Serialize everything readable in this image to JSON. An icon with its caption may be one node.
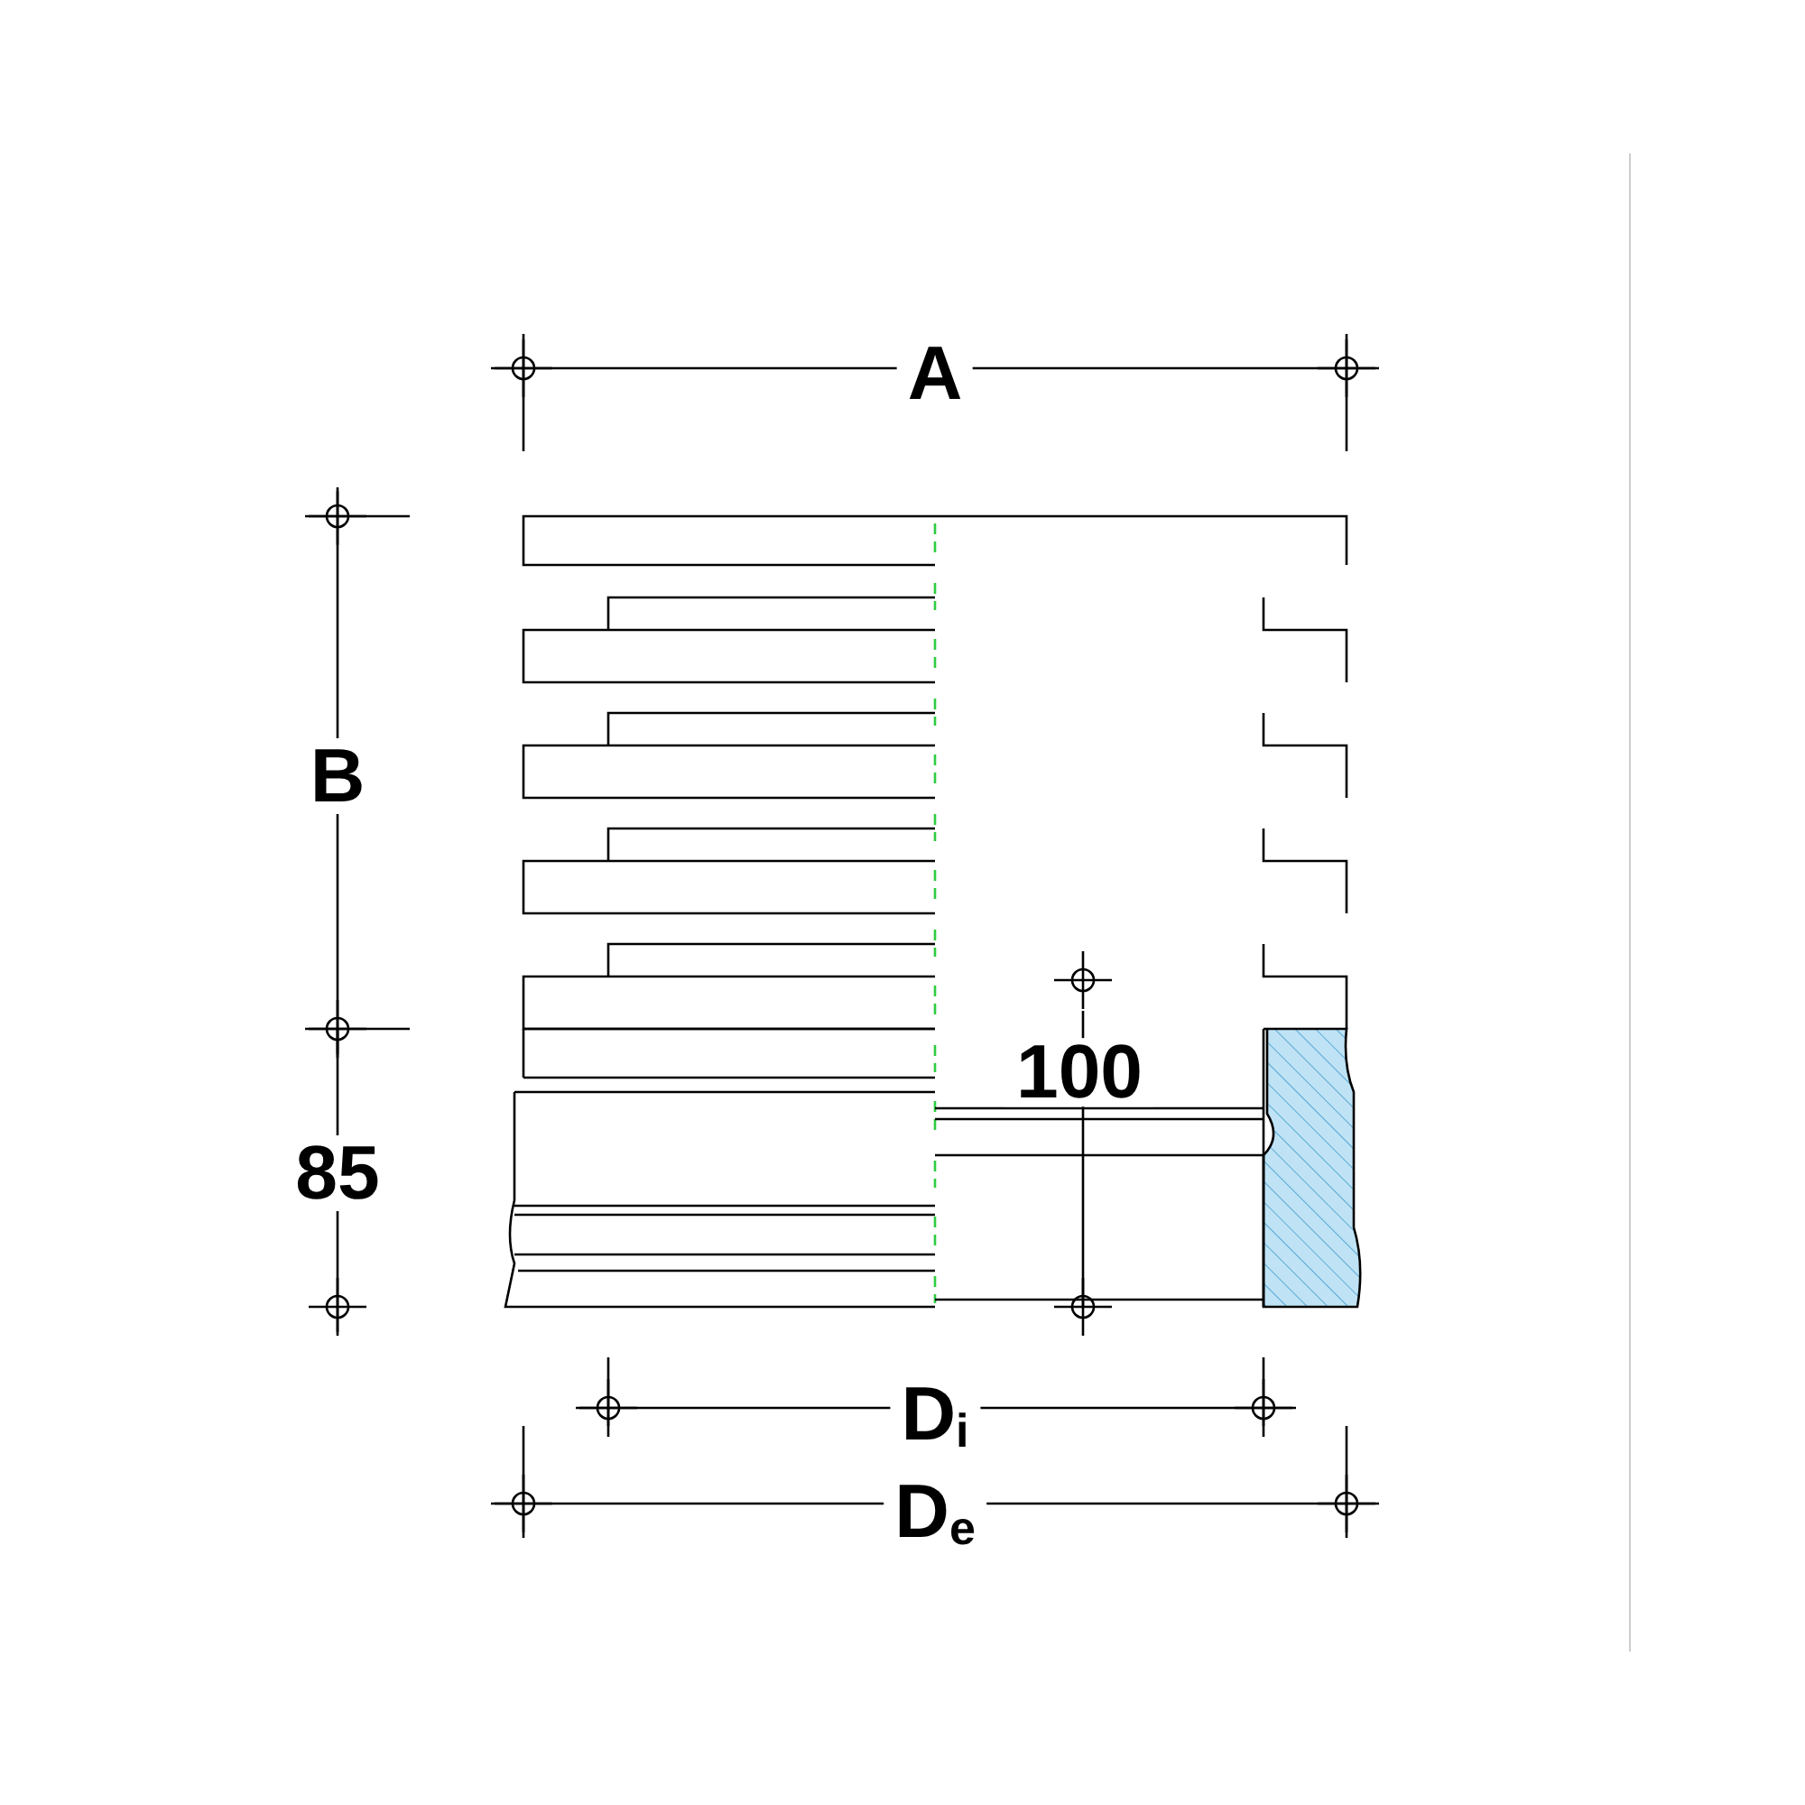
{
  "diagram": {
    "labels": [
      "A",
      "B",
      "100",
      "85",
      "D$_{i}$",
      "D$_{e}$"
    ]
  }
}
